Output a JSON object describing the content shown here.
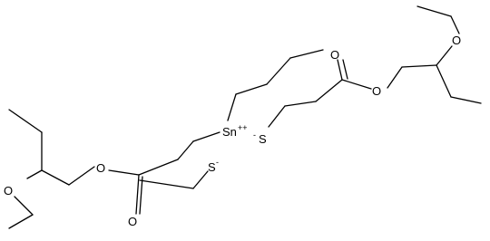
{
  "structure": {
    "atoms": {
      "tin": "Sn",
      "tin_charge": "++",
      "thiolate_right": "S",
      "thiolate_right_charge": "-",
      "thiolate_left": "S",
      "thiolate_left_charge": "-",
      "ester_o_right": "O",
      "carbonyl_o_right": "O",
      "ether_o_right": "O",
      "ester_o_left": "O",
      "carbonyl_o_left": "O",
      "ether_o_left": "O"
    },
    "colors": {
      "bond": "#000000",
      "label": "#000000",
      "background": "#ffffff"
    }
  }
}
